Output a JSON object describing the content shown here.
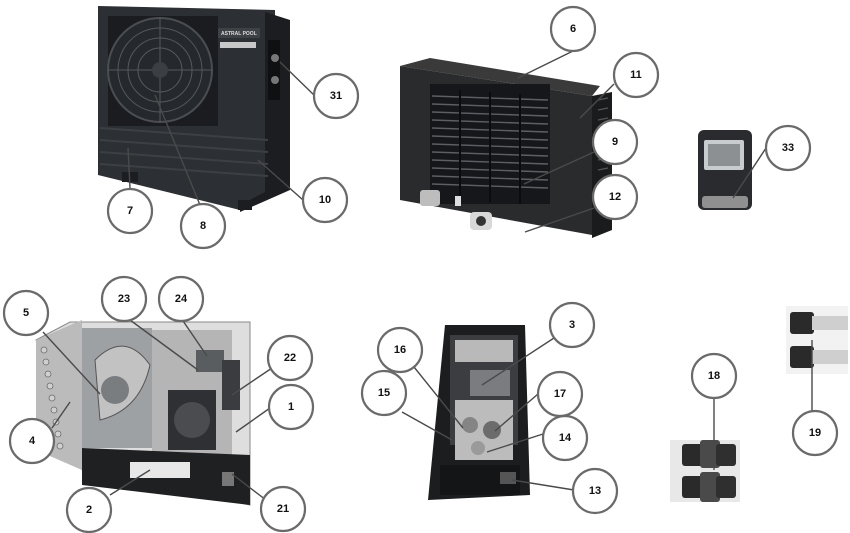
{
  "figure": {
    "brand_label": "ASTRAL POOL",
    "callouts": [
      {
        "id": "c31",
        "label": "31"
      },
      {
        "id": "c7",
        "label": "7"
      },
      {
        "id": "c8",
        "label": "8"
      },
      {
        "id": "c10",
        "label": "10"
      },
      {
        "id": "c6",
        "label": "6"
      },
      {
        "id": "c11",
        "label": "11"
      },
      {
        "id": "c9",
        "label": "9"
      },
      {
        "id": "c12",
        "label": "12"
      },
      {
        "id": "c33",
        "label": "33"
      },
      {
        "id": "c5",
        "label": "5"
      },
      {
        "id": "c23",
        "label": "23"
      },
      {
        "id": "c24",
        "label": "24"
      },
      {
        "id": "c22",
        "label": "22"
      },
      {
        "id": "c1",
        "label": "1"
      },
      {
        "id": "c4",
        "label": "4"
      },
      {
        "id": "c2",
        "label": "2"
      },
      {
        "id": "c21",
        "label": "21"
      },
      {
        "id": "c3",
        "label": "3"
      },
      {
        "id": "c16",
        "label": "16"
      },
      {
        "id": "c17",
        "label": "17"
      },
      {
        "id": "c15",
        "label": "15"
      },
      {
        "id": "c14",
        "label": "14"
      },
      {
        "id": "c13",
        "label": "13"
      },
      {
        "id": "c18",
        "label": "18"
      },
      {
        "id": "c19",
        "label": "19"
      }
    ]
  }
}
